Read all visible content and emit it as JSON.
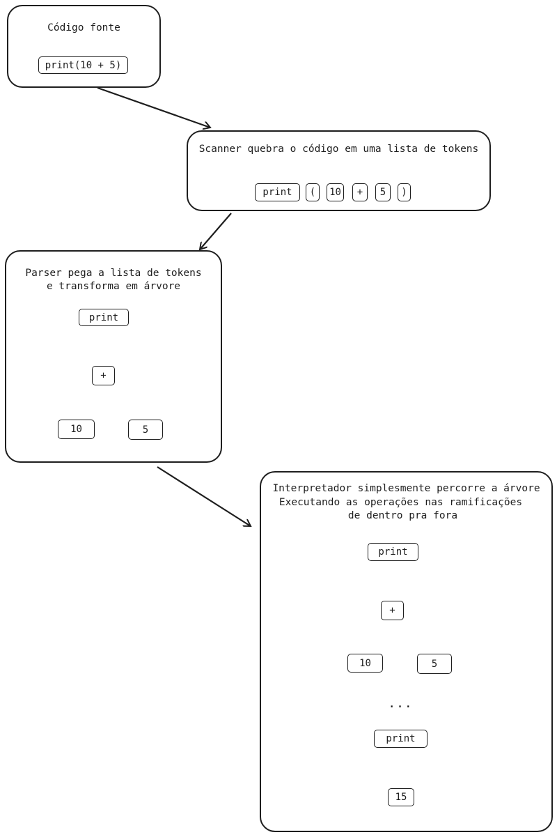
{
  "source": {
    "title": "Código fonte",
    "code": "print(10 + 5)"
  },
  "scanner": {
    "title": "Scanner quebra o código em uma lista de tokens",
    "tokens": [
      "print",
      "(",
      "10",
      "+",
      "5",
      ")"
    ]
  },
  "parser": {
    "title_line1": "Parser pega a lista de tokens",
    "title_line2": "e transforma em árvore",
    "tree": {
      "root": "print",
      "op": "+",
      "left": "10",
      "right": "5"
    }
  },
  "interpreter": {
    "title_line1": "Interpretador simplesmente percorre a árvore",
    "title_line2": "Executando as operações nas ramificações",
    "title_line3": "de dentro pra fora",
    "tree": {
      "root": "print",
      "op": "+",
      "left": "10",
      "right": "5"
    },
    "ellipsis": "...",
    "result_root": "print",
    "result_value": "15"
  }
}
